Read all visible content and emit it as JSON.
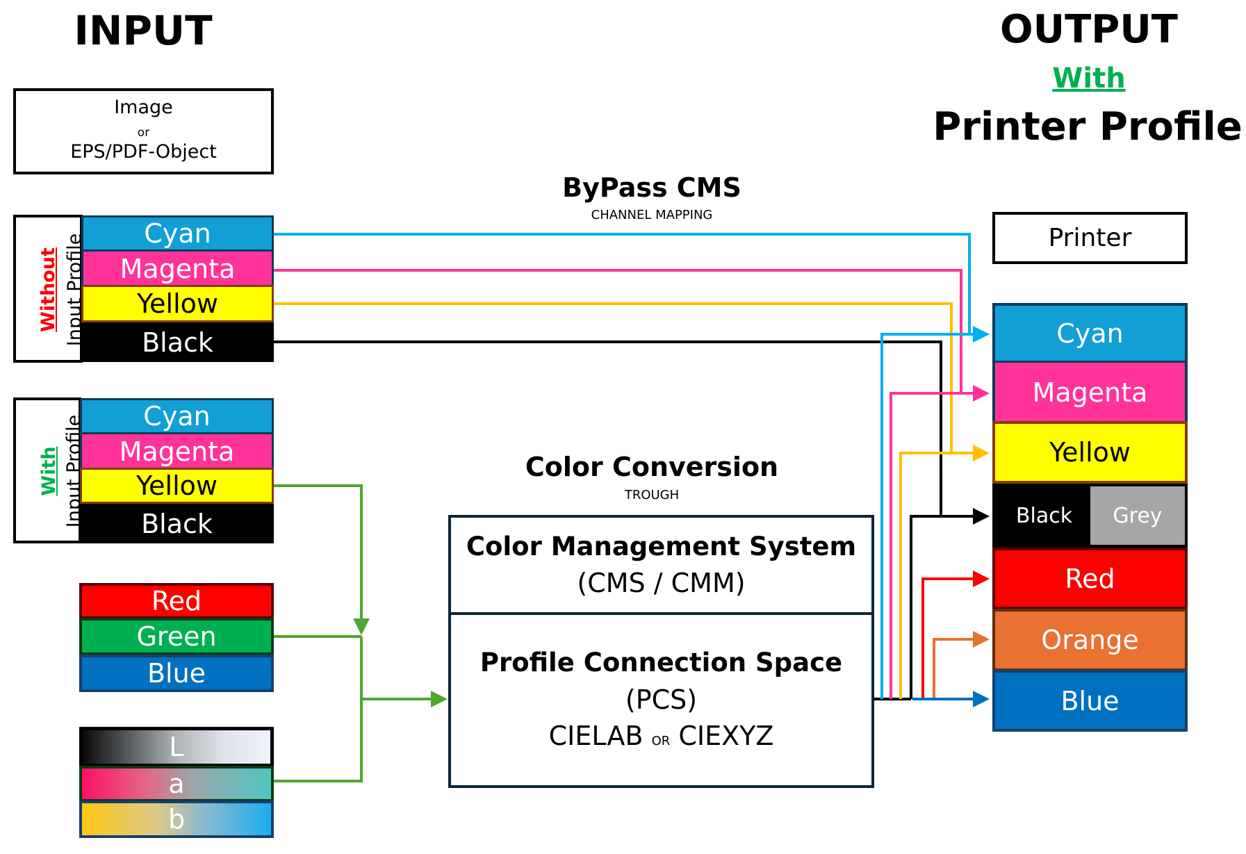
{
  "input": {
    "title": "INPUT",
    "source_box": {
      "line1": "Image",
      "line2": "or",
      "line3": "EPS/PDF-Object"
    },
    "without_profile": {
      "qualifier": "Without",
      "qualifier_color": "#ff0000",
      "label": "Input Profile",
      "channels": [
        {
          "label": "Cyan",
          "color": "#129fd6",
          "text_color": "#ffffff"
        },
        {
          "label": "Magenta",
          "color": "#ff3399",
          "text_color": "#ffffff"
        },
        {
          "label": "Yellow",
          "color": "#ffff00",
          "text_color": "#000000"
        },
        {
          "label": "Black",
          "color": "#000000",
          "text_color": "#ffffff"
        }
      ]
    },
    "with_profile": {
      "qualifier": "With",
      "qualifier_color": "#00b050",
      "label": "Input Profile",
      "channels": [
        {
          "label": "Cyan",
          "color": "#129fd6",
          "text_color": "#ffffff"
        },
        {
          "label": "Magenta",
          "color": "#ff3399",
          "text_color": "#ffffff"
        },
        {
          "label": "Yellow",
          "color": "#ffff00",
          "text_color": "#000000"
        },
        {
          "label": "Black",
          "color": "#000000",
          "text_color": "#ffffff"
        }
      ]
    },
    "rgb": [
      {
        "label": "Red",
        "color": "#ff0000"
      },
      {
        "label": "Green",
        "color": "#00b050"
      },
      {
        "label": "Blue",
        "color": "#0070c0"
      }
    ],
    "lab": [
      {
        "label": "L"
      },
      {
        "label": "a"
      },
      {
        "label": "b"
      }
    ]
  },
  "bypass": {
    "title": "ByPass CMS",
    "subtitle": "CHANNEL MAPPING"
  },
  "conversion": {
    "title": "Color Conversion",
    "subtitle": "TROUGH"
  },
  "cms_box": {
    "top_title": "Color Management System",
    "top_sub": "(CMS / CMM)",
    "bottom_title": "Profile Connection Space",
    "bottom_sub": "(PCS)",
    "space_a": "CIELAB",
    "space_or": "OR",
    "space_b": "CIEXYZ"
  },
  "output": {
    "title": "OUTPUT",
    "qualifier": "With",
    "qualifier_color": "#00b050",
    "subtitle": "Printer Profile",
    "device": "Printer",
    "channels": [
      {
        "label": "Cyan",
        "color": "#129fd6",
        "text_color": "#ffffff"
      },
      {
        "label": "Magenta",
        "color": "#ff3399",
        "text_color": "#ffffff"
      },
      {
        "label": "Yellow",
        "color": "#ffff00",
        "text_color": "#000000"
      },
      {
        "label": "Black",
        "color": "#000000",
        "text_color": "#ffffff"
      },
      {
        "label": "Grey",
        "color": "#a6a6a6",
        "text_color": "#ffffff"
      },
      {
        "label": "Red",
        "color": "#ff0000",
        "text_color": "#ffffff"
      },
      {
        "label": "Orange",
        "color": "#e97132",
        "text_color": "#ffffff"
      },
      {
        "label": "Blue",
        "color": "#0070c0",
        "text_color": "#ffffff"
      }
    ]
  },
  "wire_colors": {
    "cyan": "#00b0f0",
    "magenta": "#ff3399",
    "yellow": "#ffc000",
    "black": "#000000",
    "green": "#4ea72e",
    "red": "#ff0000",
    "orange": "#e97132",
    "blue": "#0070c0"
  }
}
